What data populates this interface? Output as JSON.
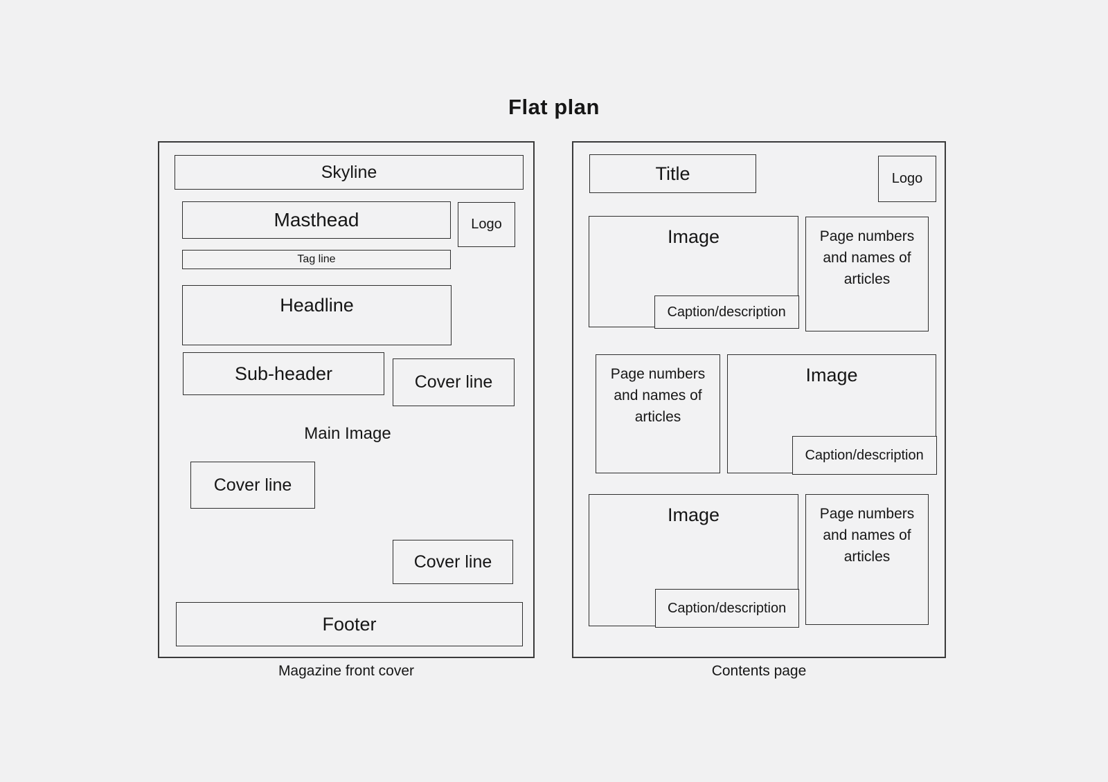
{
  "title": "Flat plan",
  "colors": {
    "background": "#f1f1f2",
    "border": "#2d2d2d",
    "text": "#161616"
  },
  "front_cover": {
    "caption": "Magazine front cover",
    "skyline": "Skyline",
    "masthead": "Masthead",
    "logo": "Logo",
    "tag_line": "Tag line",
    "headline": "Headline",
    "sub_header": "Sub-header",
    "cover_lines": [
      "Cover line",
      "Cover line",
      "Cover line"
    ],
    "main_image": "Main Image",
    "footer": "Footer"
  },
  "contents_page": {
    "caption": "Contents page",
    "title_box": "Title",
    "logo": "Logo",
    "images": [
      {
        "label": "Image",
        "caption": "Caption/description"
      },
      {
        "label": "Image",
        "caption": "Caption/description"
      },
      {
        "label": "Image",
        "caption": "Caption/description"
      }
    ],
    "article_lists": [
      "Page numbers and names of articles",
      "Page numbers and names of articles",
      "Page numbers and names of articles"
    ]
  }
}
